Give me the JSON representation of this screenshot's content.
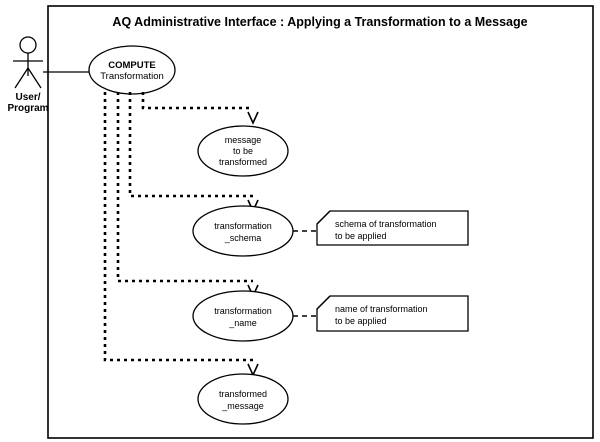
{
  "diagram": {
    "title": "AQ Administrative Interface : Applying a Transformation to a Message",
    "type": "uml-use-case-diagram",
    "colors": {
      "background": "#ffffff",
      "stroke": "#000000",
      "text": "#000000"
    },
    "actor": {
      "name": "user-program-actor",
      "label_line1": "User/",
      "label_line2": "Program"
    },
    "use_case": {
      "name": "compute-transformation",
      "label_line1": "COMPUTE",
      "label_line2": "Transformation"
    },
    "parameters": [
      {
        "id": "message-to-be-transformed",
        "lines": [
          "message",
          "to be",
          "transformed"
        ],
        "note": null
      },
      {
        "id": "transformation-schema",
        "lines": [
          "transformation",
          "_schema"
        ],
        "note": {
          "id": "note-transformation-schema",
          "lines": [
            "schema of transformation",
            "to be applied"
          ]
        }
      },
      {
        "id": "transformation-name",
        "lines": [
          "transformation",
          "_name"
        ],
        "note": {
          "id": "note-transformation-name",
          "lines": [
            "name of transformation",
            "to be applied"
          ]
        }
      },
      {
        "id": "transformed-message",
        "lines": [
          "transformed",
          "_message"
        ],
        "note": null
      }
    ]
  }
}
